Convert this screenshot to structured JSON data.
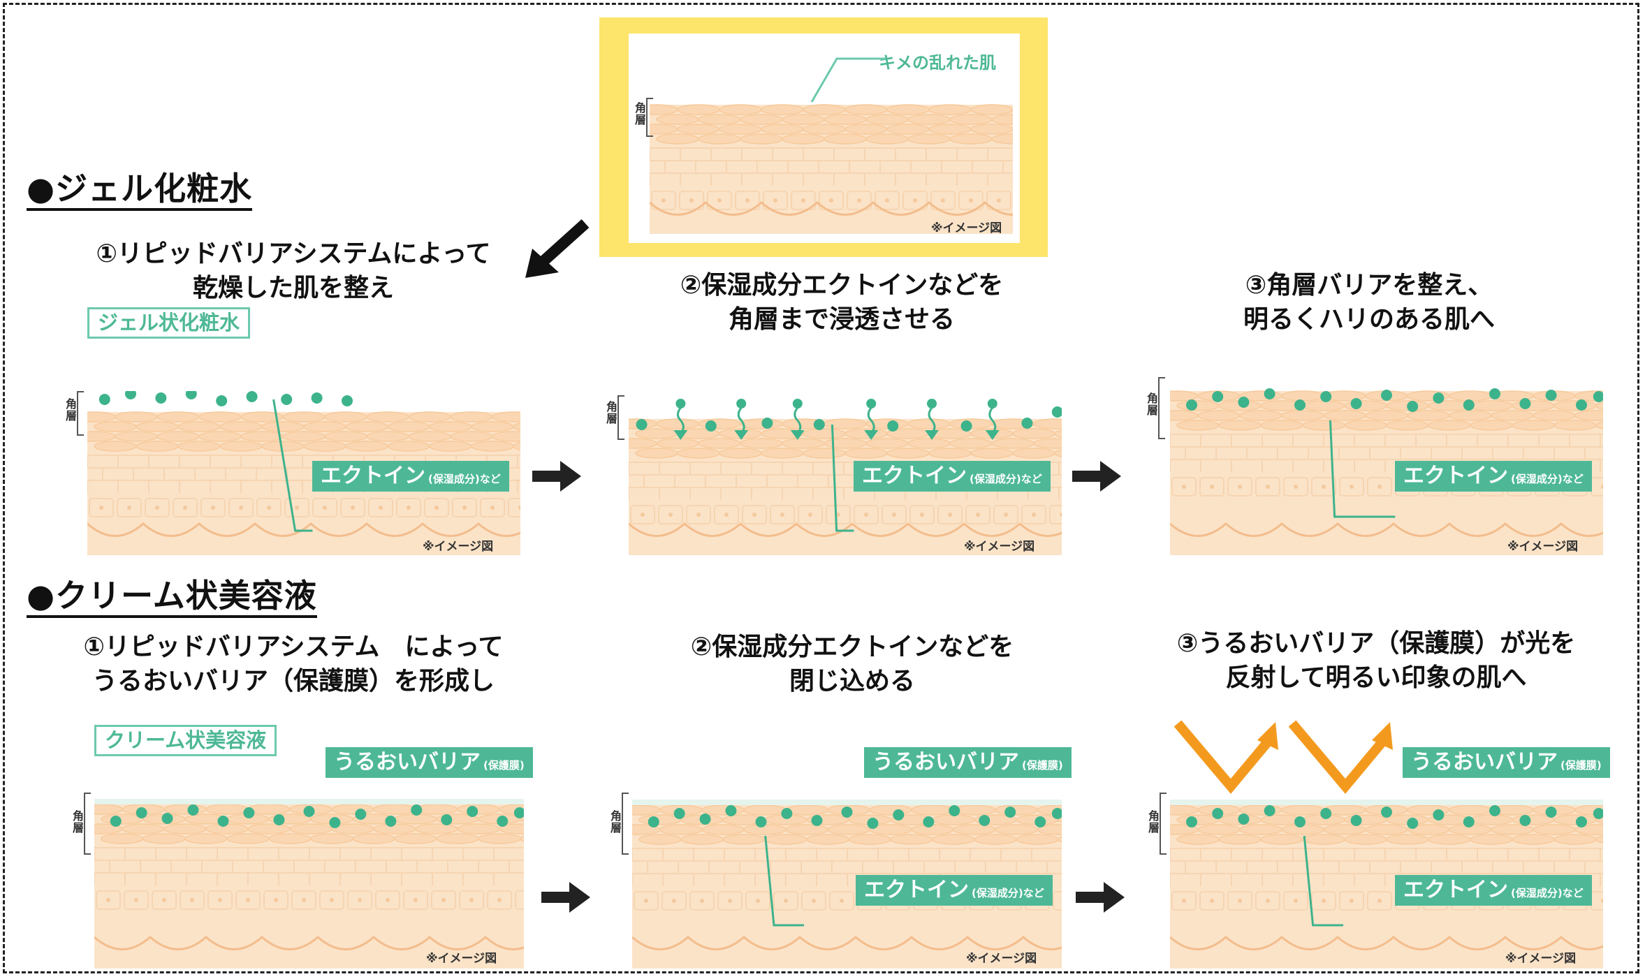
{
  "top_image": {
    "label": "キメの乱れた肌",
    "layer_label": "角層",
    "note": "※イメージ図"
  },
  "gel": {
    "title": "●ジェル化粧水",
    "captions": [
      {
        "line1": "①リピッドバリアシステムによって",
        "line2": "乾燥した肌を整え"
      },
      {
        "line1": "②保湿成分エクトインなどを",
        "line2": "角層まで浸透させる"
      },
      {
        "line1": "③角層バリアを整え、",
        "line2": "明るくハリのある肌へ"
      }
    ],
    "product_label": "ジェル状化粧水"
  },
  "cream": {
    "title": "●クリーム状美容液",
    "captions": [
      {
        "line1": "①リピッドバリアシステム　によって",
        "line2": "うるおいバリア（保護膜）を形成し"
      },
      {
        "line1": "②保湿成分エクトインなどを",
        "line2": "閉じ込める"
      },
      {
        "line1": "③うるおいバリア（保護膜）が光を",
        "line2": "反射して明るい印象の肌へ"
      }
    ],
    "product_label": "クリーム状美容液"
  },
  "labels": {
    "ectoin_main": "エクトイン",
    "ectoin_sub": "(保湿成分)など",
    "barrier_main": "うるおいバリア",
    "barrier_sub": "(保護膜)",
    "layer": "角層",
    "note": "※イメージ図"
  },
  "colors": {
    "skin": "#fbe3c8",
    "skin_line": "#f7c99b",
    "dot": "#3db38c",
    "tag": "#4eb896",
    "highlight": "#fde46a",
    "light_arrow": "#f39a1e",
    "arrow": "#222222"
  }
}
